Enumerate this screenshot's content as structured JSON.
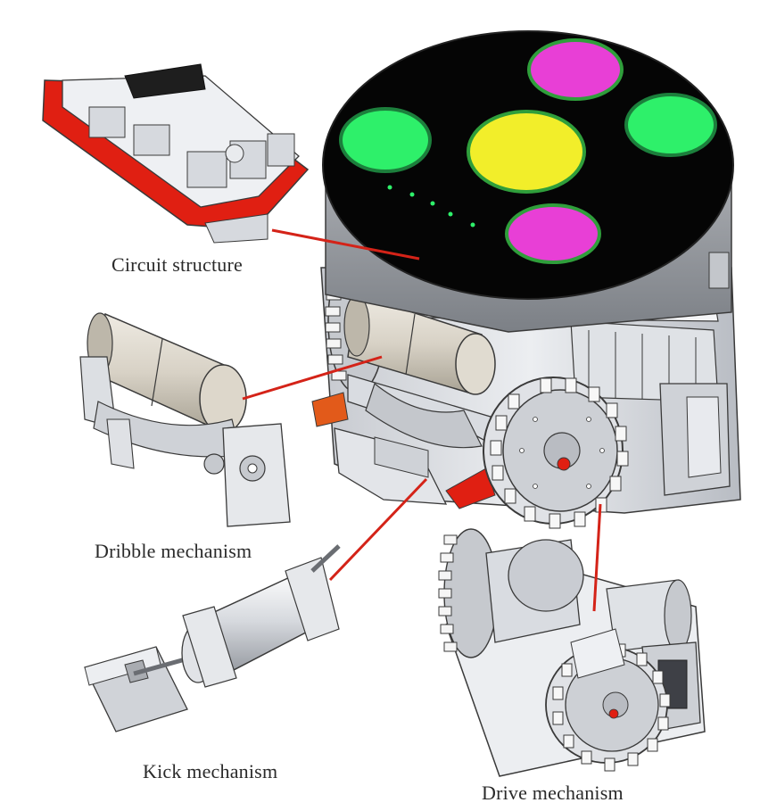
{
  "labels": {
    "circuit": "Circuit structure",
    "dribble": "Dribble mechanism",
    "kick": "Kick mechanism",
    "drive": "Drive mechanism"
  },
  "colors": {
    "top_plate": "#050505",
    "center_dot": "#f2ee2a",
    "magenta_dot": "#e83fd6",
    "green_dot": "#2ef06a",
    "callout_line": "#d42318",
    "red_part": "#e01f12",
    "orange_part": "#e25a1a",
    "metal_light": "#e9ebee",
    "metal_mid": "#c9ccd2",
    "metal_dark": "#8e9299",
    "outline": "#3a3a3a",
    "motor_beige": "#d8d2c6"
  }
}
